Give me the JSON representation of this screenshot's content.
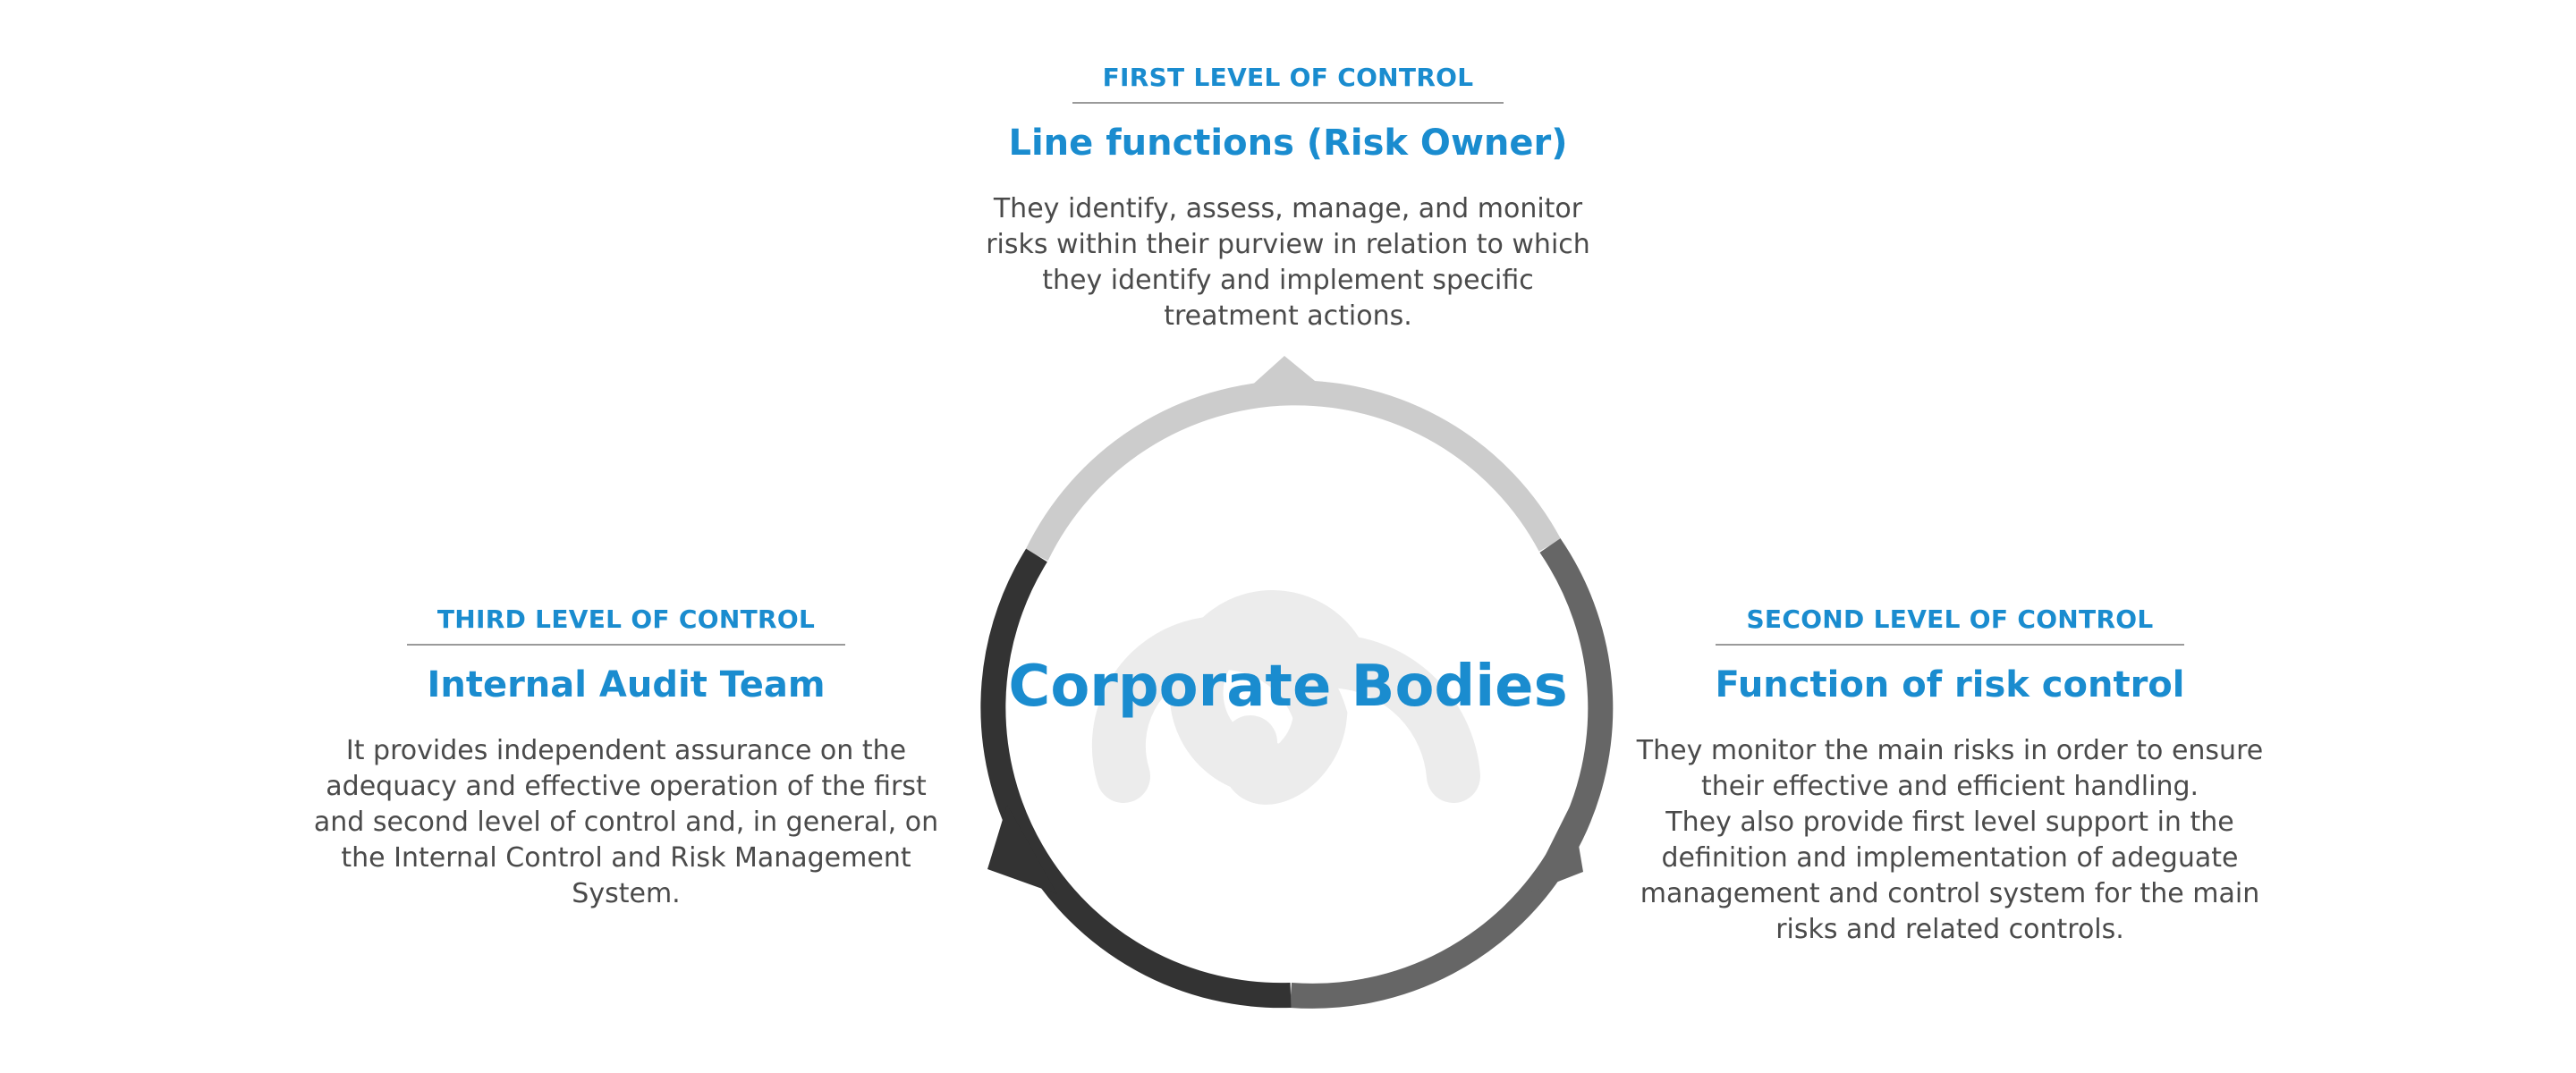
{
  "colors": {
    "accent": "#1a8ccf",
    "body_text": "#4a4a4a",
    "ring_first": "#cccccc",
    "ring_second": "#666666",
    "ring_third": "#333333",
    "watermark": "#ececec"
  },
  "center": {
    "label": "Corporate Bodies",
    "watermark_icon": "loop-logo-icon"
  },
  "levels": [
    {
      "kicker": "FIRST LEVEL OF CONTROL",
      "title": "Line functions (Risk Owner)",
      "lines": [
        "They identify, assess, manage, and monitor",
        "risks within their purview in relation to which",
        "they identify and implement specific",
        "treatment actions."
      ]
    },
    {
      "kicker": "SECOND LEVEL OF CONTROL",
      "title": "Function of risk control",
      "lines": [
        "They monitor the main risks in order to ensure",
        "their effective and efficient handling.",
        "They also provide first level support in the",
        "definition and implementation of adeguate",
        "management and control system for the main",
        "risks and related controls."
      ]
    },
    {
      "kicker": "THIRD LEVEL OF CONTROL",
      "title": "Internal Audit Team",
      "lines": [
        "It provides independent assurance on the",
        "adequacy and effective operation of the first",
        "and second level of control and, in general, on",
        "the Internal Control and Risk Management",
        "System."
      ]
    }
  ]
}
